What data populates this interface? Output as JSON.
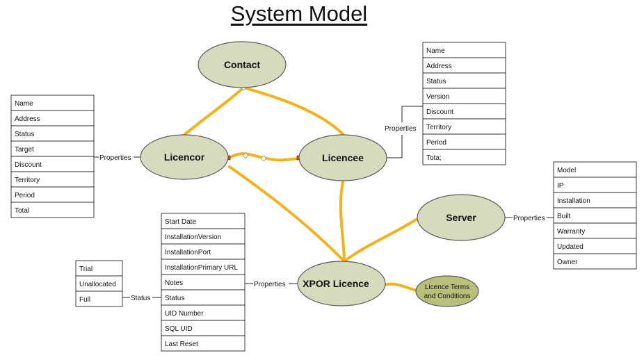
{
  "title": "System Model",
  "colors": {
    "node_fill": "#d6dbbd",
    "node_fill_dark": "#b7bf7a",
    "node_stroke": "#5b5b5b",
    "connector": "#f2b21a",
    "table_border": "#222222",
    "marker_red": "#e8462a"
  },
  "nodes": {
    "contact": "Contact",
    "licencor": "Licencor",
    "licencee": "Licencee",
    "server": "Server",
    "xpor": "XPOR Licence",
    "terms_line1": "Licence Terms",
    "terms_line2": "and Conditions"
  },
  "connector_labels": {
    "licencor_props": "Properties",
    "licencee_props": "Properties",
    "server_props": "Properties",
    "xpor_props": "Properties",
    "status": "Status"
  },
  "tables": {
    "licencor": [
      "Name",
      "Address",
      "Status",
      "Target",
      "Discount",
      "Territory",
      "Period",
      "Total"
    ],
    "licencee": [
      "Name",
      "Address",
      "Status",
      "Version",
      "Discount",
      "Territory",
      "Period",
      "Tota;"
    ],
    "server": [
      "Model",
      "IP",
      "Installation",
      "Built",
      "Warranty",
      "Updated",
      "Owner"
    ],
    "xpor": [
      "Start Date",
      "InstallationVersion",
      "InstallationPort",
      "InstallationPrimary URL",
      "Notes",
      "Status",
      "UID Number",
      "SQL UID",
      "Last Reset"
    ],
    "status": [
      "Trial",
      "Unallocated",
      "Full"
    ]
  }
}
